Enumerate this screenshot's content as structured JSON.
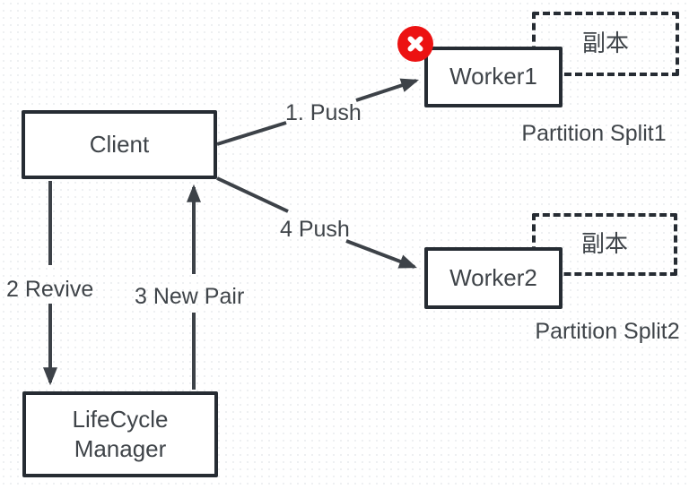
{
  "nodes": {
    "client": {
      "label": "Client"
    },
    "worker1": {
      "label": "Worker1"
    },
    "worker2": {
      "label": "Worker2"
    },
    "lifecycle": {
      "label": "LifeCycle Manager"
    },
    "replica1": {
      "label": "副本"
    },
    "replica2": {
      "label": "副本"
    }
  },
  "edges": {
    "push1": {
      "label": "1. Push"
    },
    "revive": {
      "label": "2 Revive"
    },
    "new_pair": {
      "label": "3 New Pair"
    },
    "push4": {
      "label": "4 Push"
    }
  },
  "captions": {
    "partition1": "Partition Split1",
    "partition2": "Partition Split2"
  },
  "icons": {
    "error_badge": "error-cross-icon"
  },
  "colors": {
    "border": "#262c33",
    "line": "#3d4248",
    "text": "#3f4449",
    "error_red": "#ec1212",
    "background": "#ffffff"
  }
}
